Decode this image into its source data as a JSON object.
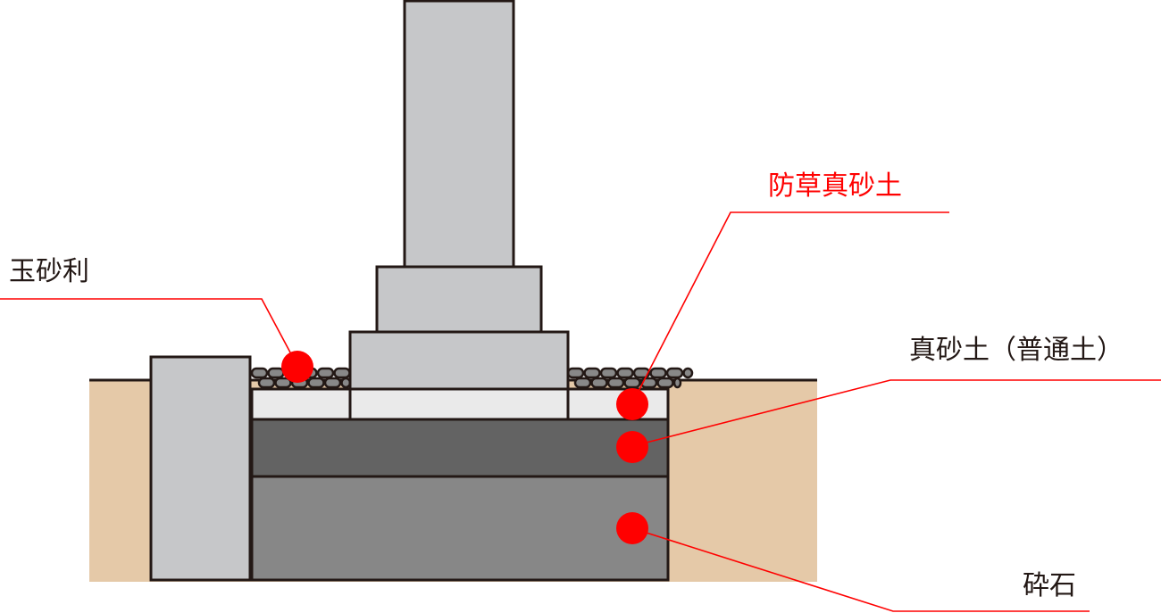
{
  "labels": {
    "gravel": "玉砂利",
    "weed_proof_soil": "防草真砂土",
    "decomposed_granite": "真砂土（普通土）",
    "crushed_stone": "砕石"
  },
  "colors": {
    "accent": "#FF0000",
    "label_text": "#231815",
    "ground": "#E5C9A8",
    "stone": "#C6C7C9",
    "weed_proof_layer": "#EAEAEA",
    "soil_layer": "#636363",
    "crushed_stone_layer": "#878787",
    "pebble": "#888888"
  }
}
